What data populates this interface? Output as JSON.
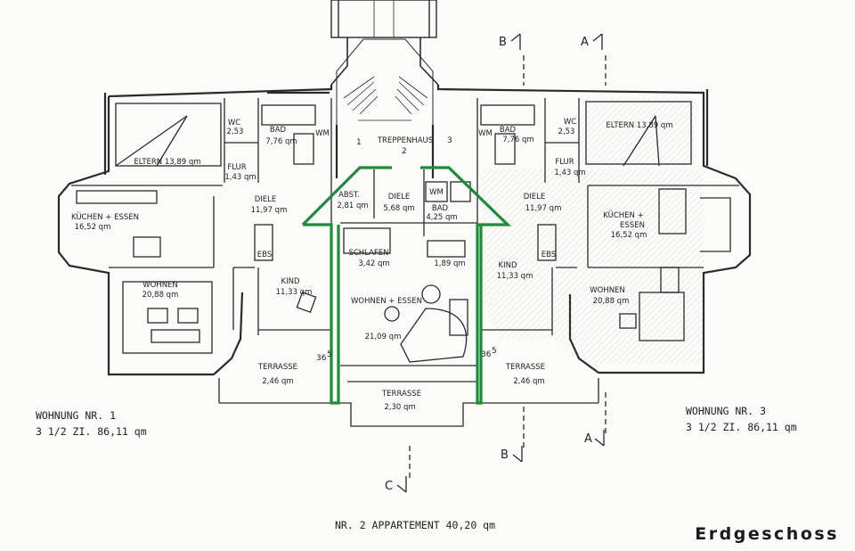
{
  "title": "Erdgeschoss",
  "units": {
    "unit1": {
      "line1": "WOHNUNG  NR. 1",
      "line2": "3 1/2  ZI.   86,11 qm"
    },
    "unit2": {
      "line1": "NR. 2  APPARTEMENT  40,20 qm"
    },
    "unit3": {
      "line1": "WOHNUNG  NR. 3",
      "line2": "3 1/2  ZI.   86,11 qm"
    }
  },
  "section_marks": {
    "A": "A",
    "B": "B",
    "C": "C"
  },
  "stair_numbers": {
    "left": "1",
    "middle": "2",
    "right": "3"
  },
  "dimensions": {
    "left": "36",
    "right": "36",
    "sup": "5"
  },
  "rooms": {
    "eltern_l": {
      "name": "ELTERN  13,89 qm"
    },
    "wc_l": {
      "name": "WC",
      "area": "2,53"
    },
    "bad_l": {
      "name": "BAD",
      "area": "7,76 qm",
      "wm": "WM"
    },
    "flur_l": {
      "name": "FLUR",
      "area": "1,43 qm"
    },
    "diele_l": {
      "name": "DIELE",
      "area": "11,97 qm"
    },
    "kuechen_l": {
      "name": "KÜCHEN + ESSEN",
      "area": "16,52 qm"
    },
    "ebs_l": {
      "name": "EBS"
    },
    "kind_l": {
      "name": "KIND",
      "area": "11,33 qm"
    },
    "wohnen_l": {
      "name": "WOHNEN",
      "area": "20,88 qm"
    },
    "terrasse_l": {
      "name": "TERRASSE",
      "area": "2,46 qm"
    },
    "treppenhaus": {
      "name": "TREPPENHAUS"
    },
    "abst": {
      "name": "ABST.",
      "area": "2,81 qm"
    },
    "diele_m": {
      "name": "DIELE",
      "area": "5,68 qm"
    },
    "bad_m": {
      "name": "BAD",
      "area": "4,25 qm",
      "wm": "WM"
    },
    "schlafen": {
      "name": "SCHLAFEN",
      "area": "3,42 qm"
    },
    "klein_m": {
      "area": "1,89 qm"
    },
    "wohnen_m": {
      "name": "WOHNEN + ESSEN",
      "area": "21,09 qm"
    },
    "terrasse_m": {
      "name": "TERRASSE",
      "area": "2,30 qm"
    },
    "eltern_r": {
      "name": "ELTERN  13,89 qm"
    },
    "wc_r": {
      "name": "WC",
      "area": "2,53"
    },
    "bad_r": {
      "name": "BAD",
      "area": "7,76 qm",
      "wm": "WM"
    },
    "flur_r": {
      "name": "FLUR",
      "area": "1,43 qm"
    },
    "diele_r": {
      "name": "DIELE",
      "area": "11,97 qm"
    },
    "kuechen_r": {
      "name": "KÜCHEN +",
      "name2": "ESSEN",
      "area": "16,52 qm"
    },
    "ebs_r": {
      "name": "EBS"
    },
    "kind_r": {
      "name": "KIND",
      "area": "11,33 qm"
    },
    "wohnen_r": {
      "name": "WOHNEN",
      "area": "20,88 qm"
    },
    "terrasse_r": {
      "name": "TERRASSE",
      "area": "2,46 qm"
    }
  },
  "colors": {
    "line": "#2a2a2a",
    "highlight": "#1e8a3c",
    "paper": "#fbfbf9",
    "hatch": "#9a9a9a"
  }
}
